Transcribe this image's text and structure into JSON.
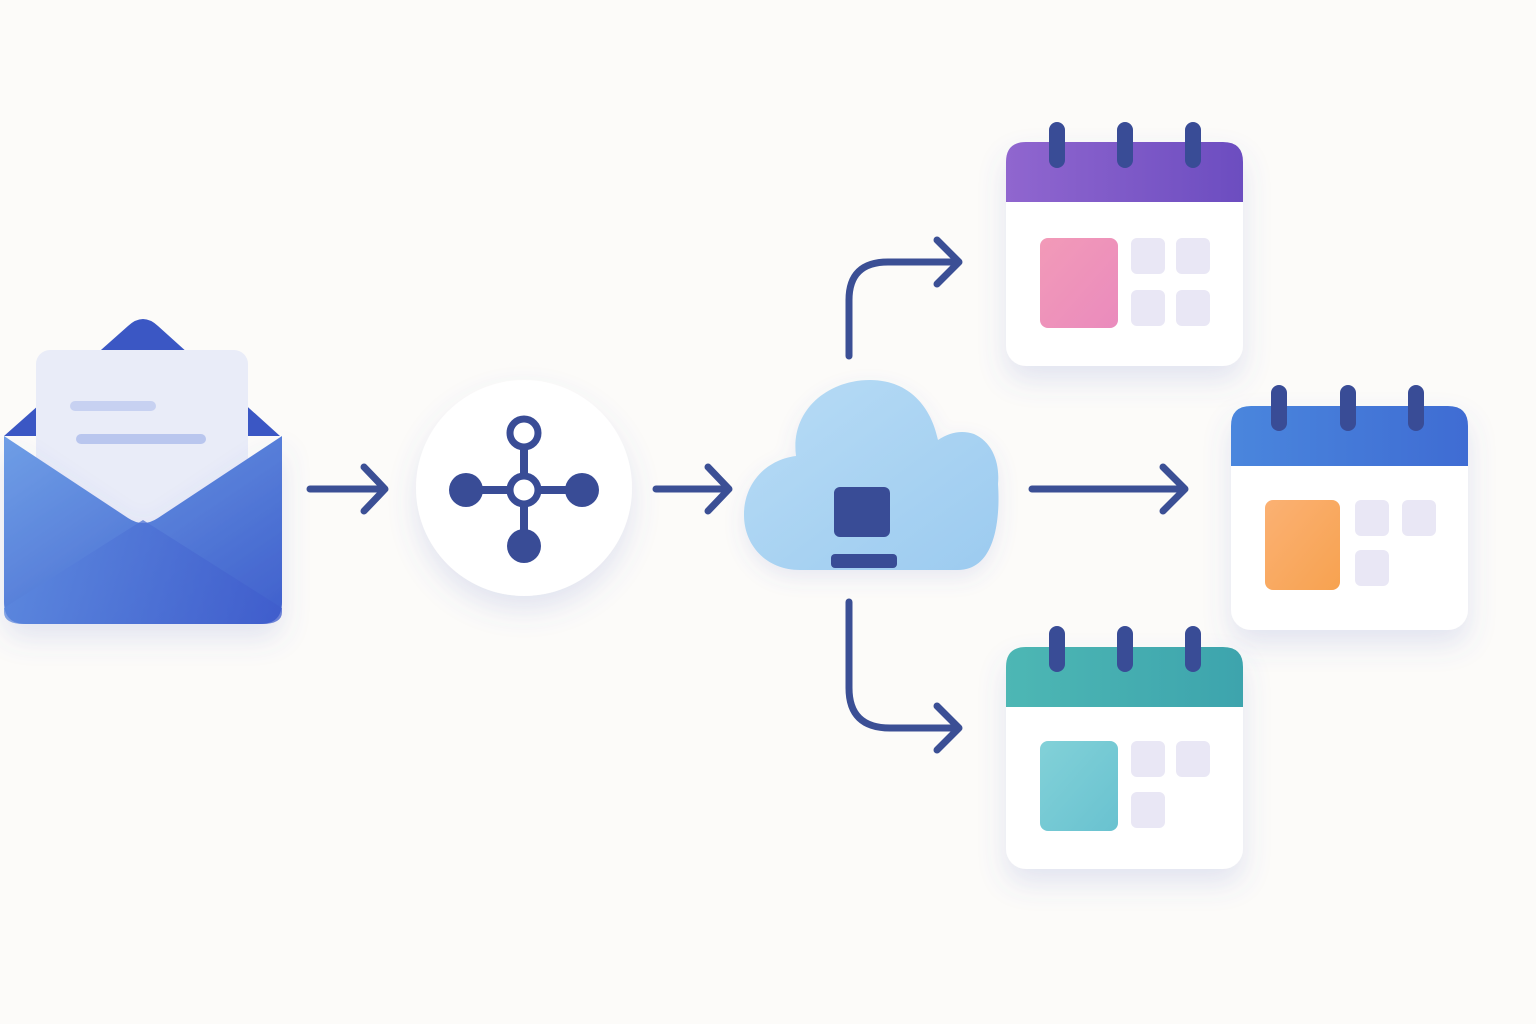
{
  "colors": {
    "background": "#fcfbf9",
    "arrow": "#3b4f95",
    "node_dark": "#394c96",
    "envelope_light": "#6f9ee6",
    "envelope_dark": "#3f5fcc",
    "envelope_flap": "#3b57c4",
    "letter_paper": "#e9ecf8",
    "letter_line": "#b9c6ee",
    "hub_circle": "#ffffff",
    "cloud_fill": "#a8d1f2",
    "calendar_body": "#ffffff",
    "calendar_cell": "#e9e7f5"
  },
  "nodes": {
    "email": {
      "icon": "envelope-with-letter-icon"
    },
    "integration_hub": {
      "icon": "hub-network-icon"
    },
    "cloud_server": {
      "icon": "cloud-server-icon"
    },
    "calendars": [
      {
        "id": "calendar-top",
        "icon": "calendar-icon",
        "header_start": "#9066cf",
        "header_end": "#6c4dc0",
        "event_start": "#f29ab8",
        "event_end": "#ea8bbd"
      },
      {
        "id": "calendar-middle",
        "icon": "calendar-icon",
        "header_start": "#4a86dd",
        "header_end": "#3f6cd3",
        "event_start": "#fbb173",
        "event_end": "#f7a250"
      },
      {
        "id": "calendar-bottom",
        "icon": "calendar-icon",
        "header_start": "#4db7b4",
        "header_end": "#3da4ad",
        "event_start": "#82d1d8",
        "event_end": "#69c2d0"
      }
    ]
  },
  "connections": [
    {
      "from": "email",
      "to": "integration_hub",
      "icon": "arrow-right-icon"
    },
    {
      "from": "integration_hub",
      "to": "cloud_server",
      "icon": "arrow-right-icon"
    },
    {
      "from": "cloud_server",
      "to": "calendar-top",
      "icon": "arrow-up-right-icon"
    },
    {
      "from": "cloud_server",
      "to": "calendar-middle",
      "icon": "arrow-right-icon"
    },
    {
      "from": "cloud_server",
      "to": "calendar-bottom",
      "icon": "arrow-down-right-icon"
    }
  ]
}
